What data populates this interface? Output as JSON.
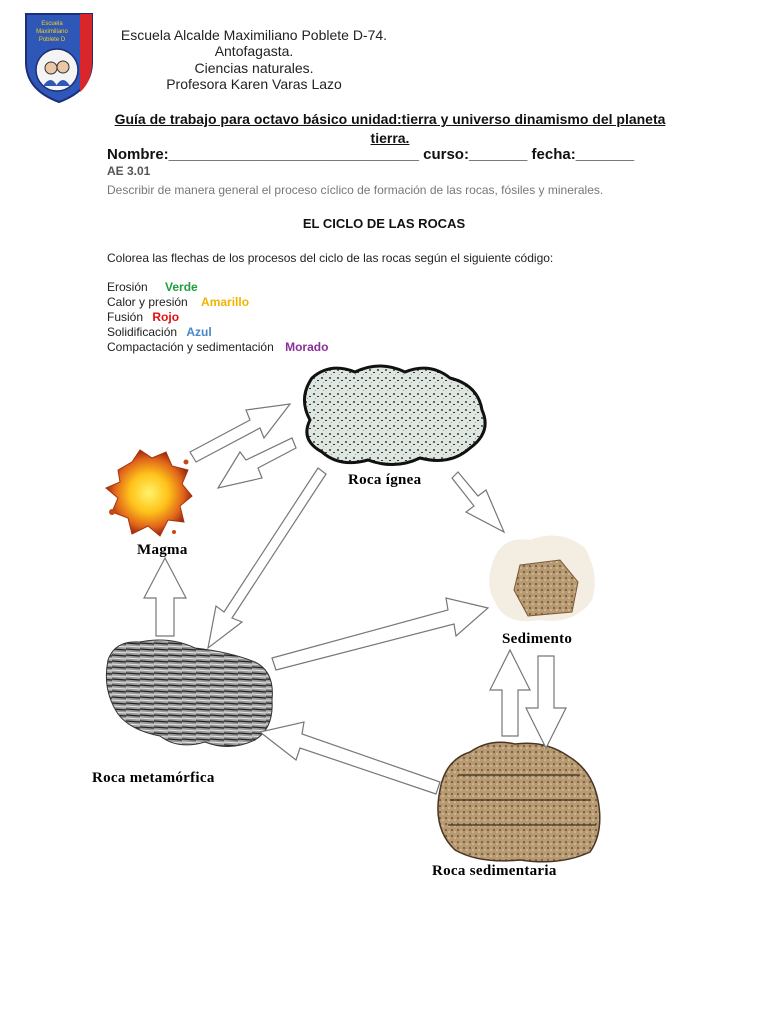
{
  "header": {
    "school": "Escuela Alcalde Maximiliano Poblete D-74.",
    "city": "Antofagasta.",
    "subject": "Ciencias naturales.",
    "teacher": "Profesora Karen Varas Lazo"
  },
  "title": "Guía de trabajo para octavo básico unidad:tierra y universo dinamismo del planeta tierra.",
  "student_line": "Nombre:______________________________ curso:_______ fecha:_______",
  "ae_code": "AE 3.01",
  "objective": "Describir de manera general el proceso cíclico de formación de las rocas, fósiles y minerales.",
  "section_title": "EL CICLO DE LAS ROCAS",
  "instruction": "Colorea las flechas de los procesos del ciclo de las rocas según el siguiente código:",
  "color_code": [
    {
      "process": "Erosión",
      "color_name": "Verde",
      "color": "#1e9e3e"
    },
    {
      "process": "Calor y presión",
      "color_name": "Amarillo",
      "color": "#f0b400"
    },
    {
      "process": "Fusión",
      "color_name": "Rojo",
      "color": "#e01010"
    },
    {
      "process": "Solidificación",
      "color_name": "Azul",
      "color": "#4a86c8"
    },
    {
      "process": "Compactación y sedimentación",
      "color_name": "Morado",
      "color": "#8a2f9c"
    }
  ],
  "diagram": {
    "magma": "Magma",
    "ignea": "Roca ígnea",
    "sedimento": "Sedimento",
    "metamorfica": "Roca metamórfica",
    "sedimentaria": "Roca sedimentaria"
  }
}
